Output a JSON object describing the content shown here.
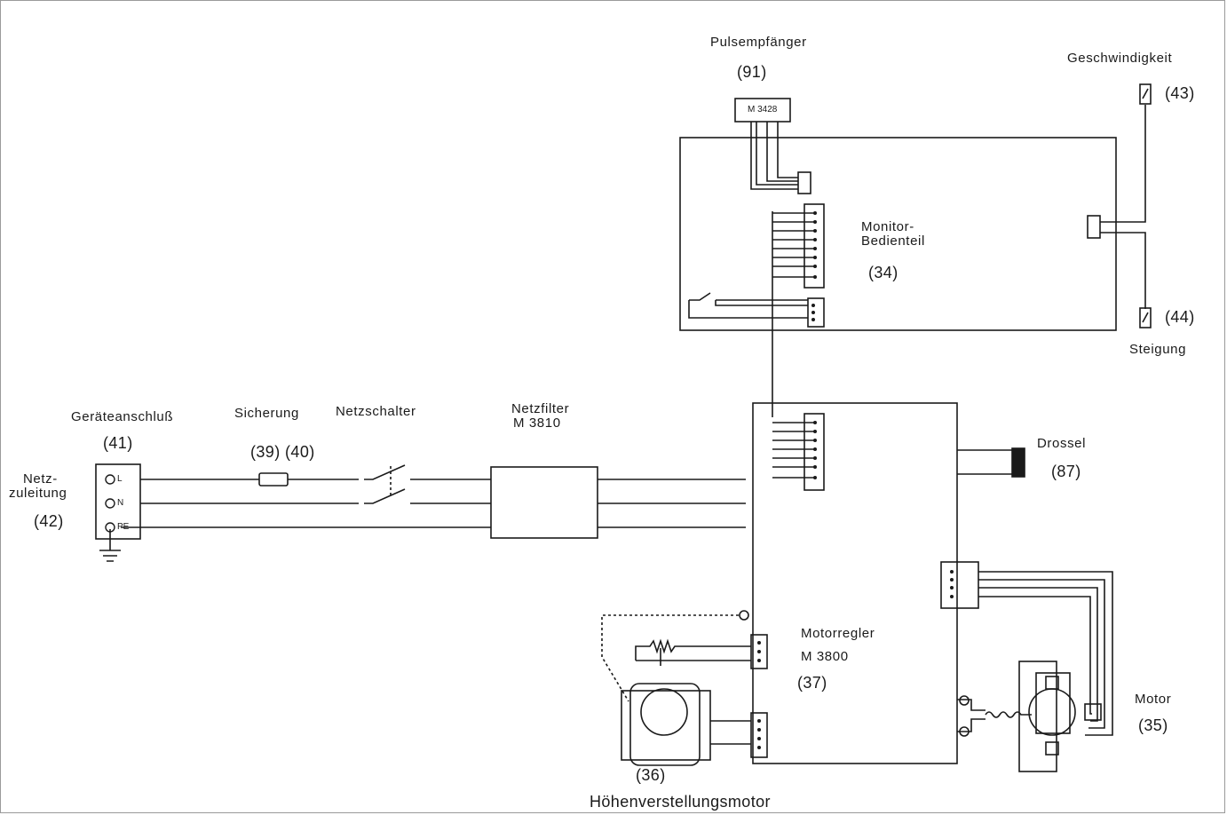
{
  "diagram": {
    "labels": {
      "pulse_receiver": "Pulsempfänger",
      "pulse_receiver_num": "(91)",
      "pulse_receiver_part": "M 3428",
      "speed": "Geschwindigkeit",
      "speed_num": "(43)",
      "monitor_line1": "Monitor-",
      "monitor_line2": "Bedienteil",
      "monitor_num": "(34)",
      "incline_num": "(44)",
      "incline": "Steigung",
      "device_connector": "Geräteanschluß",
      "device_connector_num": "(41)",
      "fuse": "Sicherung",
      "fuse_num": "(39) (40)",
      "mains_switch": "Netzschalter",
      "mains_filter": "Netzfilter",
      "mains_filter_part": "M 3810",
      "mains_lead_line1": "Netz-",
      "mains_lead_line2": "zuleitung",
      "mains_lead_num": "(42)",
      "choke": "Drossel",
      "choke_num": "(87)",
      "motor_controller": "Motorregler",
      "motor_controller_part": "M 3800",
      "motor_controller_num": "(37)",
      "motor": "Motor",
      "motor_num": "(35)",
      "height_motor_num": "(36)",
      "height_motor": "Höhenverstellungsmotor"
    },
    "terminals": {
      "l": "L",
      "n": "N",
      "pe": "PE"
    }
  }
}
